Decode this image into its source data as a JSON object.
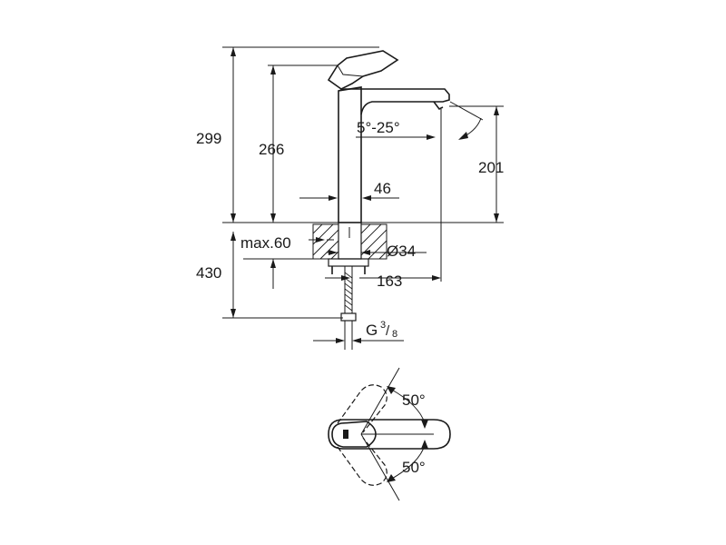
{
  "dimensions": {
    "total_height": "299",
    "body_height": "266",
    "spout_height": "201",
    "spout_angle": "5°-25°",
    "body_width": "46",
    "max_deck": "max.60",
    "hole_diameter": "Ø34",
    "reach": "163",
    "below_deck": "430",
    "connection_prefix": "G",
    "connection_num": "3",
    "connection_den": "8",
    "lever_angle_top": "50°",
    "lever_angle_bottom": "50°"
  }
}
